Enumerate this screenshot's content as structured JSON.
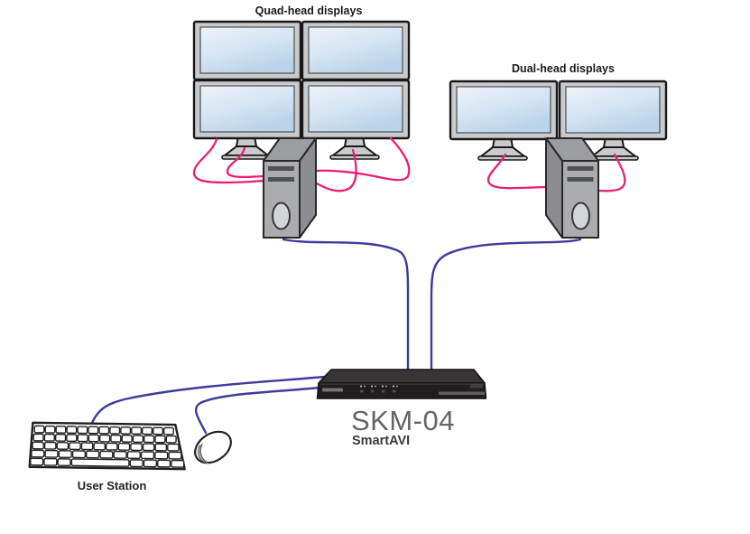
{
  "labels": {
    "quad_displays": "Quad-head displays",
    "dual_displays": "Dual-head displays",
    "user_station": "User Station"
  },
  "device": {
    "model": "SKM-04",
    "brand": "SmartAVI"
  },
  "icons": {
    "monitor": "monitor-icon",
    "tower": "computer-tower-icon",
    "keyboard": "keyboard-icon",
    "mouse": "mouse-icon",
    "kvm_switch": "kvm-switch-icon"
  },
  "colors": {
    "cable_pink": "#ec1d78",
    "cable_blue": "#3d3b9b",
    "screen_blue_light": "#eef4fa",
    "screen_blue_dark": "#b9d3ea",
    "monitor_frame_gray": "#c9cacb",
    "tower_gray": "#aaacae",
    "switch_black": "#201d1e",
    "model_text_gray": "#646568",
    "label_text": "#1c191a"
  }
}
